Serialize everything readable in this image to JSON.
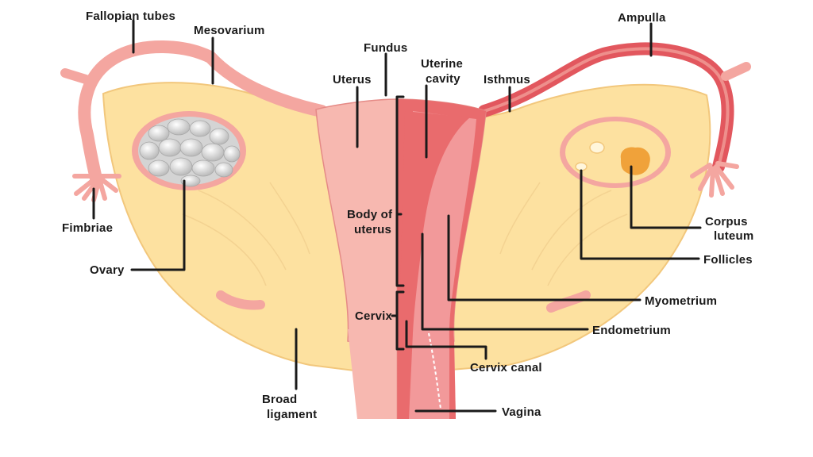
{
  "diagram": {
    "labels": {
      "fallopian_tubes": "Fallopian tubes",
      "mesovarium": "Mesovarium",
      "fundus": "Fundus",
      "uterus": "Uterus",
      "uterine_cavity_1": "Uterine",
      "uterine_cavity_2": "cavity",
      "isthmus": "Isthmus",
      "ampulla": "Ampulla",
      "fimbriae": "Fimbriae",
      "ovary": "Ovary",
      "body_of_uterus_1": "Body of",
      "body_of_uterus_2": "uterus",
      "cervix": "Cervix",
      "corpus_luteum_1": "Corpus",
      "corpus_luteum_2": "luteum",
      "follicles": "Follicles",
      "myometrium": "Myometrium",
      "endometrium": "Endometrium",
      "cervix_canal": "Cervix canal",
      "broad_ligament_1": "Broad",
      "broad_ligament_2": "ligament",
      "vagina": "Vagina"
    },
    "colors": {
      "ligament": "#fde1a0",
      "ligament_edge": "#f2c77c",
      "tube": "#f4a6a0",
      "tube_edge": "#e58a86",
      "uterus_outer": "#f7b8b0",
      "uterus_cut": "#e96b6d",
      "uterus_inner": "#f2999a",
      "ampulla_red": "#e2575e",
      "ovary_gray": "#c9c9c9",
      "corpus_luteum": "#f0a23a",
      "leader": "#1a1a1a"
    }
  }
}
